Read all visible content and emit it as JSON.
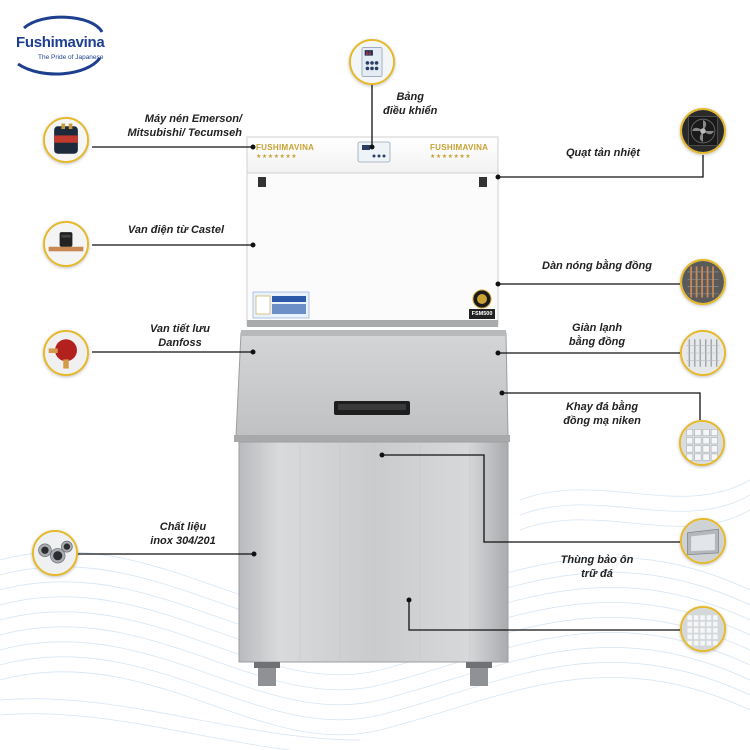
{
  "brand": {
    "logo_text": "Fushimavina",
    "tagline": "The Pride of Japanese"
  },
  "machine": {
    "brand_left": "FUSHIMAVINA",
    "brand_right": "FUSHIMAVINA",
    "stars": "★★★★★★★",
    "model": "FSM500",
    "panel_display": "88"
  },
  "labels": {
    "control_panel": [
      "Bảng",
      "điều khiển"
    ],
    "compressor": [
      "Máy nén Emerson/",
      "Mitsubishi/ Tecumseh"
    ],
    "cooling_fan": "Quạt tản nhiệt",
    "solenoid_valve": "Van điện từ Castel",
    "condenser": "Dàn nóng bằng đồng",
    "expansion_valve": [
      "Van tiết lưu",
      "Danfoss"
    ],
    "evaporator": [
      "Giàn lạnh",
      "bằng đồng"
    ],
    "ice_tray": [
      "Khay đá bằng",
      "đồng mạ niken"
    ],
    "material": [
      "Chất liệu",
      "inox 304/201"
    ],
    "storage_bin": [
      "Thùng bảo ôn",
      "trữ đá"
    ]
  },
  "icons": {
    "control_panel": "control-panel-icon",
    "compressor": "compressor-icon",
    "cooling_fan": "fan-icon",
    "solenoid_valve": "solenoid-valve-icon",
    "condenser": "condenser-icon",
    "expansion_valve": "expansion-valve-icon",
    "evaporator": "evaporator-icon",
    "ice_tray": "ice-tray-icon",
    "material": "steel-pipes-icon",
    "storage_bin": "storage-bin-icon",
    "grid": "ice-grid-icon"
  },
  "colors": {
    "accent_gold": "#e6b92a",
    "logo_blue": "#1e3f8f",
    "line_black": "#111111",
    "steel": "#c9cbcd"
  }
}
